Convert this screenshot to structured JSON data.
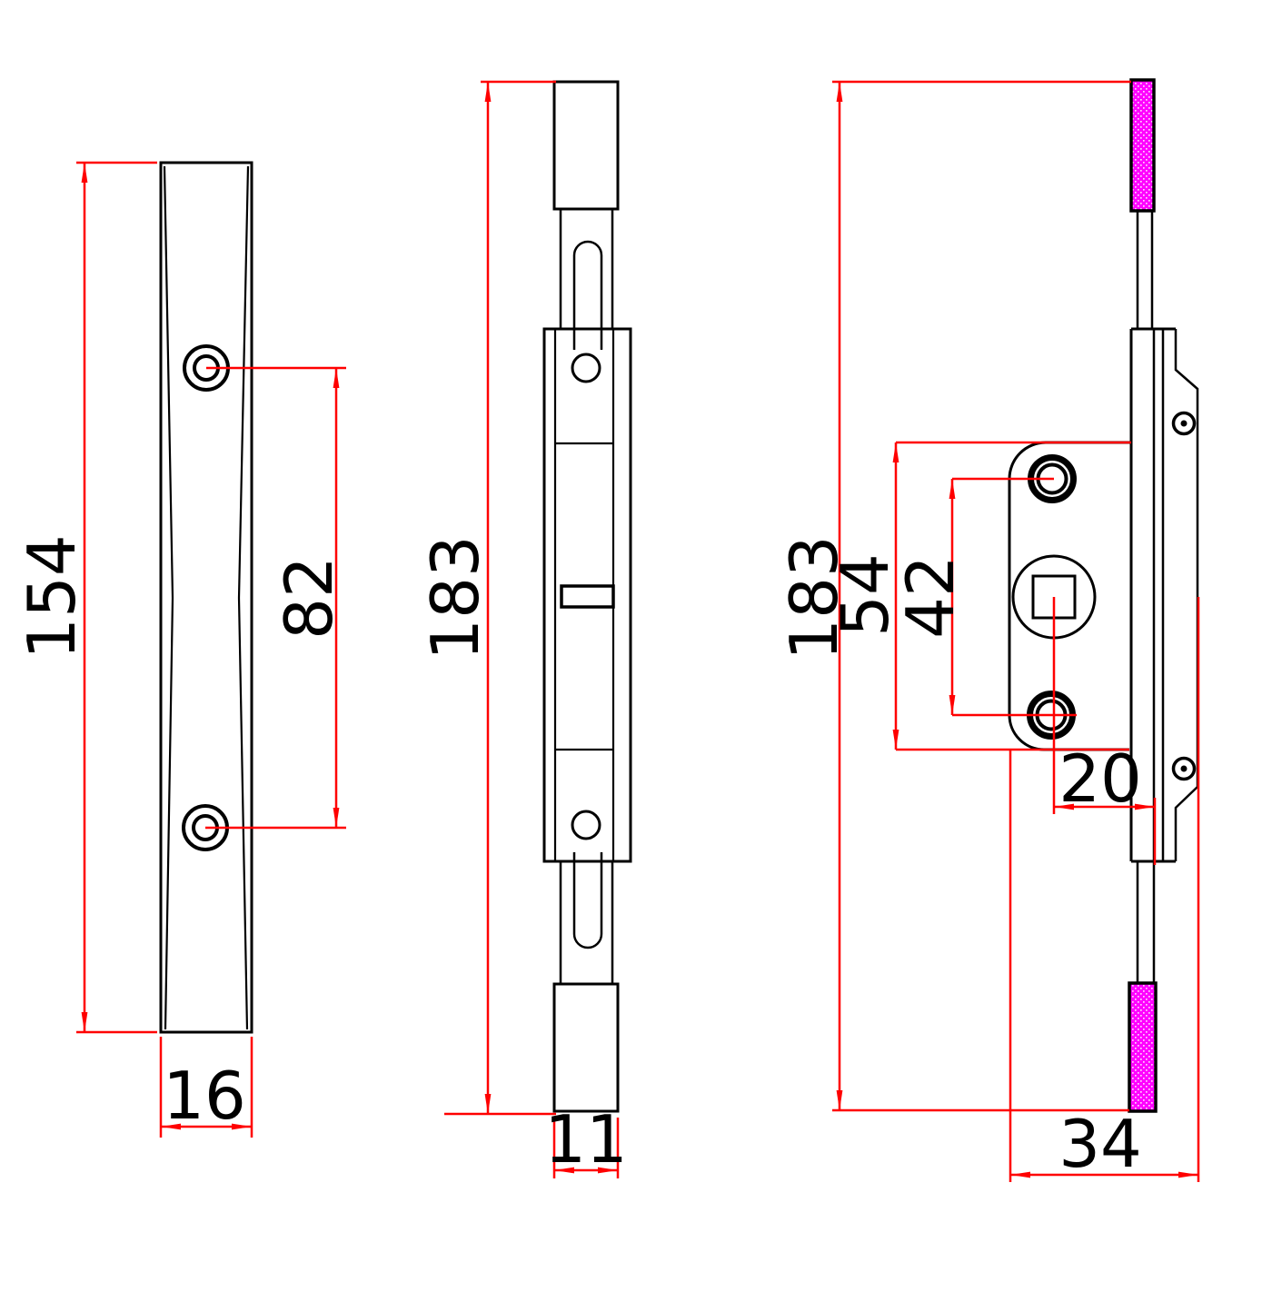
{
  "drawing": {
    "colors": {
      "outline": "#000000",
      "dimension_line": "#ff0000",
      "dimension_text": "#000000",
      "bolt_highlight": "#ff00ff",
      "background": "#ffffff"
    },
    "views": {
      "front_cover_plate": {
        "dims": {
          "plate_height": "154",
          "screw_hole_spacing": "82",
          "plate_width": "16"
        }
      },
      "mechanism_front": {
        "dims": {
          "overall_length": "183",
          "bolt_width": "11"
        }
      },
      "mechanism_side": {
        "dims": {
          "overall_length": "183",
          "housing_height": "54",
          "roller_spacing": "42",
          "spindle_offset": "20",
          "overall_depth": "34"
        }
      }
    }
  }
}
